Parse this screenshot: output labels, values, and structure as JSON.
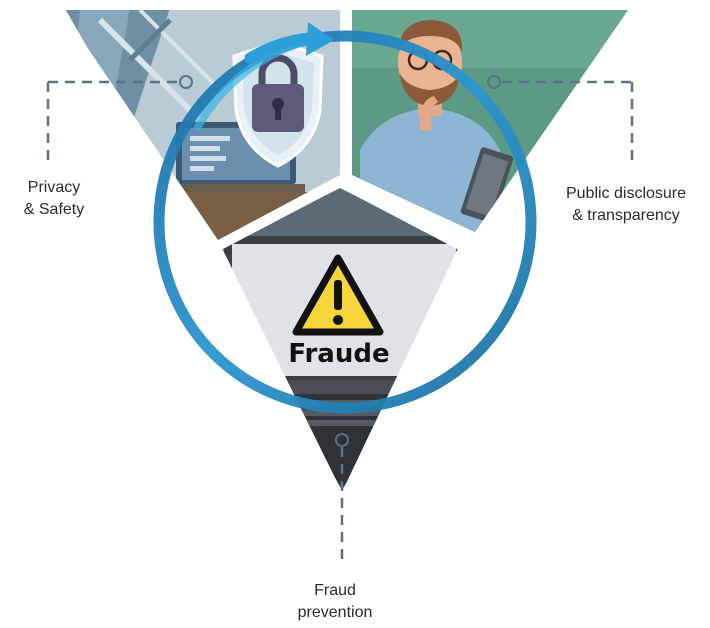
{
  "diagram": {
    "segments": [
      {
        "id": "privacy",
        "label_lines": [
          "Privacy",
          "& Safety"
        ],
        "icon": "padlock-shield-icon"
      },
      {
        "id": "disclosure",
        "label_lines": [
          "Public disclosure",
          "& transparency"
        ],
        "icon": "thinking-person-icon"
      },
      {
        "id": "fraud",
        "label_lines": [
          "Fraud",
          "prevention"
        ],
        "icon": "warning-triangle-icon"
      }
    ],
    "warning_sign_text": "Fraude"
  },
  "colors": {
    "ring": "#1f7fb8",
    "ring_highlight": "#3ab4e6",
    "connector": "#5a7384",
    "privacy_bg": "#a7c1cf",
    "disclosure_bg": "#5d9a86",
    "fraud_bg": "#d8dde2",
    "warning_yellow": "#f6d63b"
  }
}
